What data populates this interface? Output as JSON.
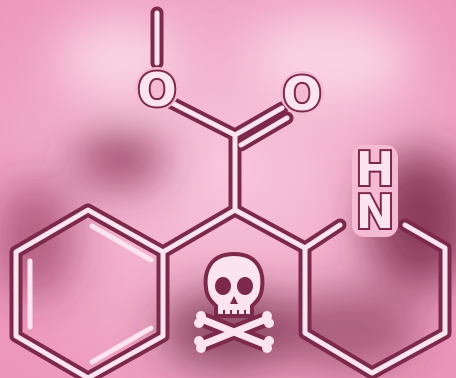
{
  "molecule": {
    "atoms": {
      "ester_oxygen": "O",
      "carbonyl_oxygen": "O",
      "amine_nitrogen": "N",
      "amine_hydrogen": "H"
    }
  },
  "colors": {
    "bond_fill": "#fbe4ee",
    "bond_outline": "#7d2a4a",
    "background_pink": "#f0a9c6",
    "background_dark": "#7a2c48"
  },
  "icons": {
    "hazard": "skull-and-crossbones-icon"
  }
}
